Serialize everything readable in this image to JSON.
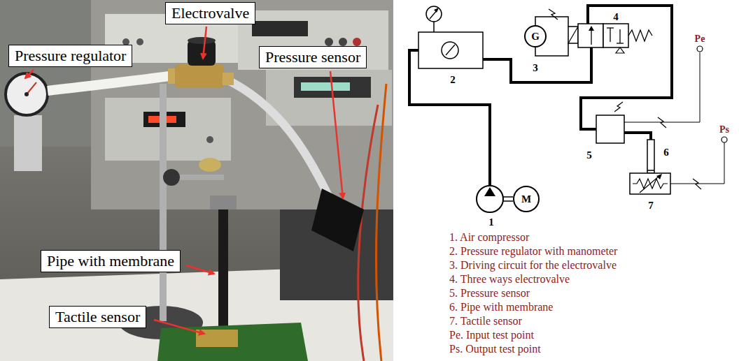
{
  "diagram": {
    "nodes": [
      {
        "text": [
          "Electrovalve"
        ]
      },
      {
        "text": [
          "Pressure regulator"
        ]
      },
      {
        "text": [
          "Pressure sensor"
        ]
      },
      {
        "text": [
          "Pipe with membrane"
        ]
      },
      {
        "text": [
          "Tactile sensor"
        ]
      },
      {
        "text": [
          "G"
        ]
      },
      {
        "text": [
          "M"
        ]
      }
    ],
    "labels": [
      "1",
      "2",
      "3",
      "4",
      "5",
      "6",
      "7",
      "Pe",
      "Ps",
      "1. Air compressor",
      "2. Pressure regulator with manometer",
      "3. Driving circuit for the electrovalve",
      "4. Three ways electrovalve",
      "5. Pressure sensor",
      "6. Pipe with membrane",
      "7. Tactile sensor",
      "Pe. Input test point",
      "Ps. Output test point"
    ]
  }
}
